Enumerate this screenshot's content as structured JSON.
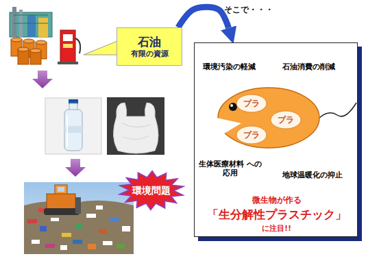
{
  "diagram": {
    "nodes": [
      {
        "text": [
          "石油",
          "有限の資源"
        ]
      },
      {
        "text": [
          "環境汚染の軽減",
          "石油消費の削減",
          "生体医療材料 への応用",
          "地球温暖化の抑止",
          "微生物が作る",
          "「生分解性プラスチック」",
          "に注目!!"
        ]
      },
      {
        "text": [
          "プラ"
        ],
        "in": 1
      },
      {
        "text": [
          "プラ"
        ],
        "in": 1
      },
      {
        "text": [
          "プラ"
        ],
        "in": 1
      },
      {
        "text": [
          "環境問題"
        ]
      }
    ],
    "edges": [
      {
        "from": 0,
        "to": 1,
        "arrow": "to",
        "label": "そこで・・・"
      }
    ]
  }
}
